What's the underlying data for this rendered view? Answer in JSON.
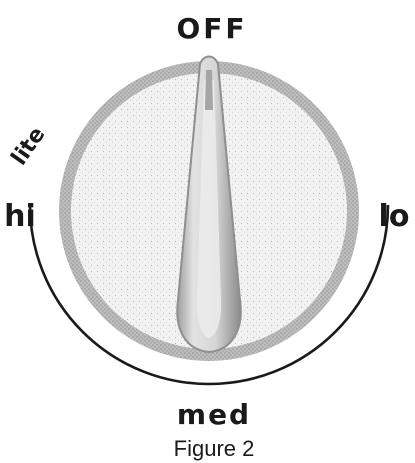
{
  "labels": {
    "off": "OFF",
    "lite": "lite",
    "hi": "hi",
    "lo": "lo",
    "med": "med"
  },
  "caption": "Figure 2",
  "colors": {
    "ink": "#1a1a1a",
    "knob_rim": "#8c8c8c",
    "knob_face": "#ececec",
    "pointer": "#d2d2d2"
  }
}
